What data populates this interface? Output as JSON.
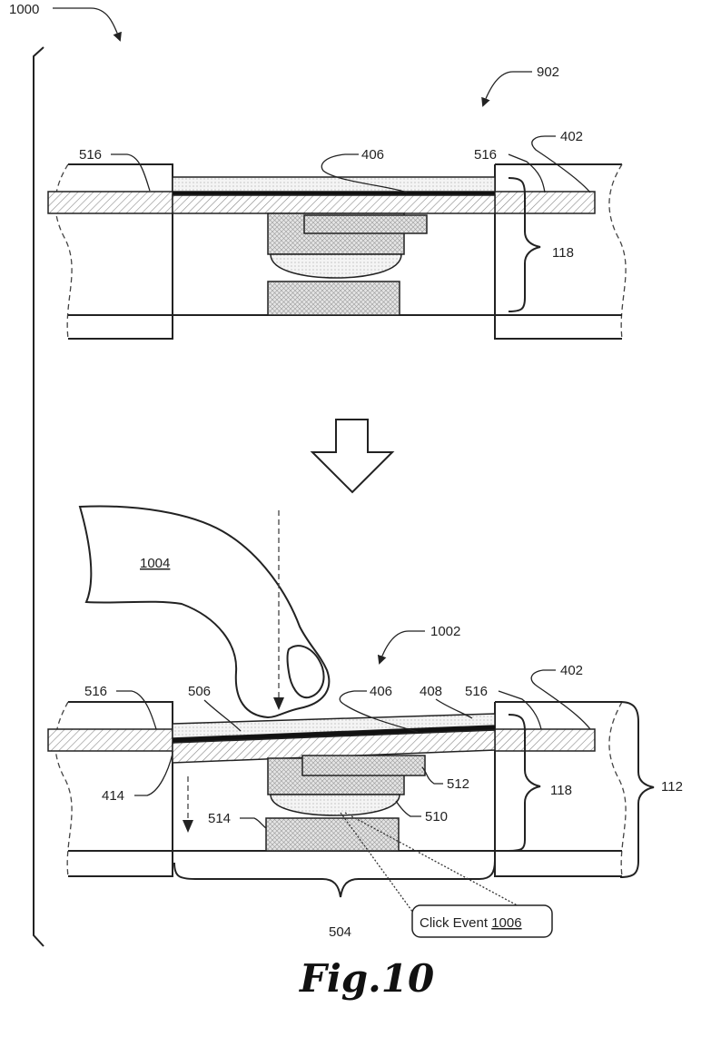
{
  "figure": {
    "title": "Fig.10",
    "ref_overall": "1000",
    "top_view": {
      "ref": "902",
      "labels": {
        "left_layer": "516",
        "right_layer": "516",
        "plate": "406",
        "housing": "402",
        "stack": "118"
      }
    },
    "bottom_view": {
      "ref": "1002",
      "finger": "1004",
      "labels": {
        "left_layer": "516",
        "right_layer": "516",
        "plate_top": "506",
        "plate": "406",
        "edge": "408",
        "housing": "402",
        "hinge": "414",
        "upper_block": "512",
        "dome": "510",
        "base": "514",
        "stack": "118",
        "frame": "112",
        "gap": "504"
      },
      "click_event_text": "Click Event ",
      "click_event_ref": "1006"
    }
  }
}
